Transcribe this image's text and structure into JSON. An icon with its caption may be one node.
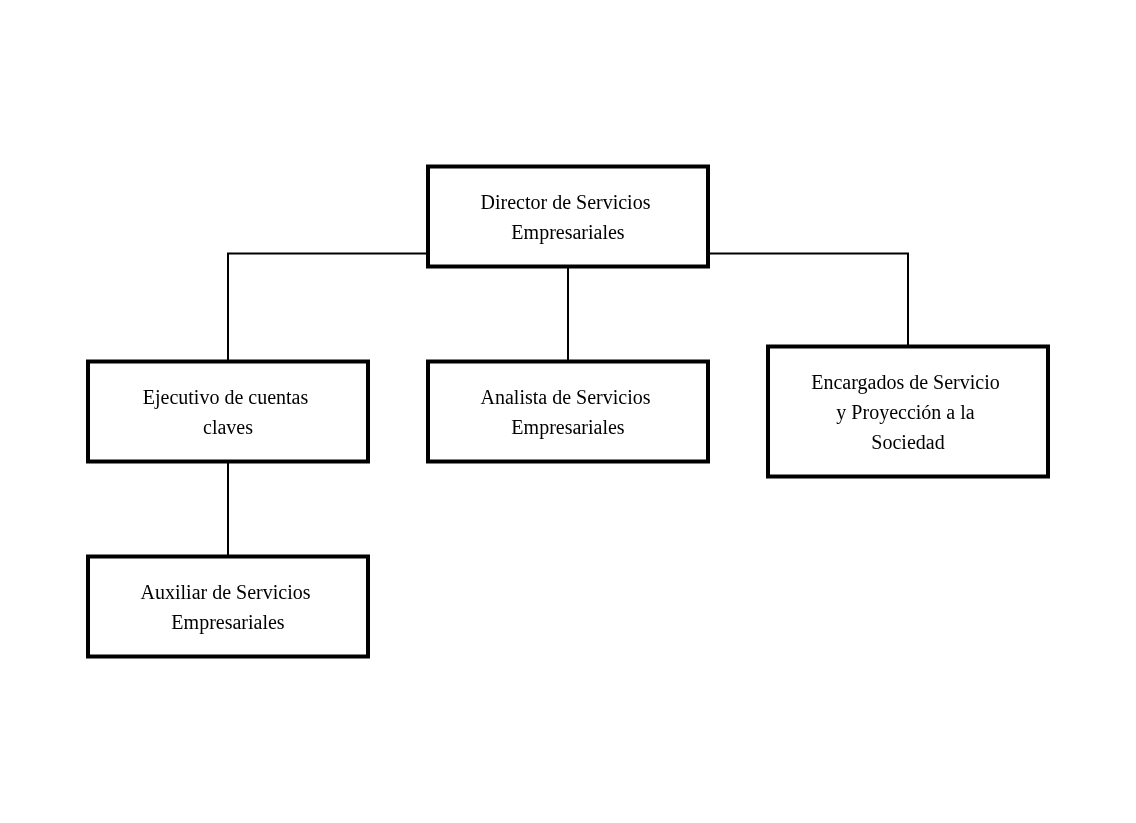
{
  "diagram": {
    "nodes": [
      {
        "text": [
          "Director de Servicios Empresariales"
        ]
      },
      {
        "text": [
          "Ejecutivo de cuentas claves"
        ]
      },
      {
        "text": [
          "Auxiliar de Servicios Empresariales"
        ]
      },
      {
        "text": [
          "Analista de Servicios Empresariales"
        ]
      },
      {
        "text": [
          "Encargados de Servicio y Proyección a la Sociedad"
        ]
      }
    ],
    "edges": [
      {
        "from": 0,
        "to": 1,
        "arrow": "none"
      },
      {
        "from": 1,
        "to": 2,
        "arrow": "none"
      },
      {
        "from": 0,
        "to": 3,
        "arrow": "none"
      },
      {
        "from": 0,
        "to": 4,
        "arrow": "none"
      }
    ]
  }
}
